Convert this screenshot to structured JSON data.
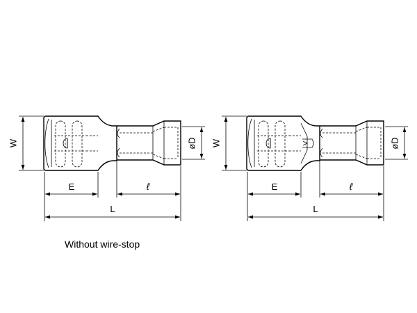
{
  "labels": {
    "width": "W",
    "length_e": "E",
    "length_l": "L",
    "length_ell": "ℓ",
    "diameter": "øD"
  },
  "caption": "Without wire-stop"
}
